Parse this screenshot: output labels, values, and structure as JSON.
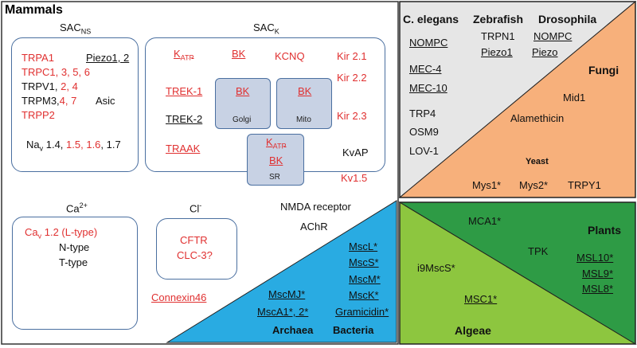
{
  "colors": {
    "archaea_bacteria": "#29abe2",
    "fungi": "#f7b07b",
    "nematode_panel": "#e6e6e6",
    "algae": "#8dc63f",
    "plants": "#2e9b45",
    "red_text": "#e03030",
    "box_border": "#4a6fa0",
    "organelle_fill": "#c8d2e4"
  },
  "mammals": {
    "title": "Mammals",
    "sacns": {
      "title_main": "SAC",
      "title_sub": "NS",
      "trpa1": "TRPA1",
      "trpc": "TRPC1, 3, 5, 6",
      "trpv1_black": "TRPV1, ",
      "trpv1_red": "2, 4",
      "trpm_black": "TRPM3,",
      "trpm_red": "4, 7",
      "trpp2": "TRPP2",
      "piezo": "Piezo1, 2",
      "asic": "Asic",
      "nav_prefix": "Na",
      "nav_sub": "v",
      "nav_black1": " 1.4, ",
      "nav_red": "1.5, 1.6",
      "nav_black2": ", 1.7"
    },
    "sack": {
      "title_main": "SAC",
      "title_sub": "K",
      "katp1_main": "K",
      "katp1_sub": "ATP",
      "bk1": "BK",
      "kcnq": "KCNQ",
      "kir21": "Kir 2.1",
      "kir22": "Kir 2.2",
      "trek1": "TREK-1",
      "trek2": "TREK-2",
      "golgi_bk": "BK",
      "golgi": "Golgi",
      "mito_bk": "BK",
      "mito": "Mito",
      "kir23": "Kir 2.3",
      "traak": "TRAAK",
      "sr_katp_main": "K",
      "sr_katp_sub": "ATP",
      "sr_bk": "BK",
      "sr": "SR",
      "kvap": "KvAP",
      "kv15": "Kv1.5"
    },
    "ca": {
      "title_main": "Ca",
      "title_sup": "2+",
      "cav_main": "Ca",
      "cav_sub": "v",
      "cav_rest": " 1.2 (L-type)",
      "ntype": "N-type",
      "ttype": "T-type"
    },
    "cl": {
      "title_main": "Cl",
      "title_sup": "-",
      "cftr": "CFTR",
      "clc3": "CLC-3?"
    },
    "connexin": "Connexin46",
    "nmda": "NMDA receptor",
    "achr": "AChR"
  },
  "archaea": {
    "label": "Archaea",
    "items": [
      "MscMJ*",
      "MscA1*, 2*"
    ]
  },
  "bacteria": {
    "label": "Bacteria",
    "items": [
      "MscL*",
      "MscS*",
      "MscM*",
      "MscK*",
      "Gramicidin*"
    ]
  },
  "invertebrates": {
    "celegans": "C. elegans",
    "zebrafish": "Zebrafish",
    "drosophila": "Drosophila",
    "celegans_items": [
      "NOMPC",
      "MEC-4",
      "MEC-10",
      "TRP4",
      "OSM9",
      "LOV-1"
    ],
    "zebrafish_items": [
      "TRPN1",
      "Piezo1"
    ],
    "drosophila_items": [
      "NOMPC",
      "Piezo"
    ]
  },
  "fungi": {
    "label": "Fungi",
    "mid1": "Mid1",
    "alamethicin": "Alamethicin",
    "yeast": "Yeast",
    "mys1": "Mys1*",
    "mys2": "Mys2*",
    "trpy1": "TRPY1"
  },
  "algae": {
    "label": "Algeae",
    "i9mscs": "i9MscS*",
    "msc1": "MSC1*"
  },
  "plants": {
    "label": "Plants",
    "mca1": "MCA1*",
    "tpk": "TPK",
    "msl": [
      "MSL10*",
      "MSL9*",
      "MSL8*"
    ]
  }
}
